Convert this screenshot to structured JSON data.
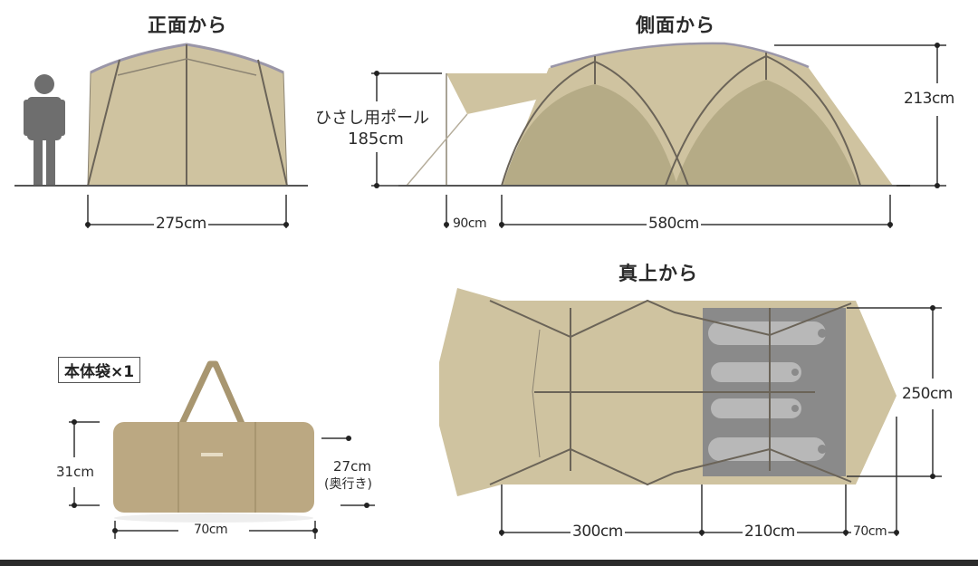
{
  "views": {
    "front": {
      "title": "正面から",
      "width_label": "275cm"
    },
    "side": {
      "title": "側面から",
      "awning_pole_label": "ひさし用ポール",
      "awning_pole_height": "185cm",
      "awning_depth": "90cm",
      "length_label": "580cm",
      "height_label": "213cm"
    },
    "top": {
      "title": "真上から",
      "front_section": "300cm",
      "inner_section": "210cm",
      "rear_section": "70cm",
      "width_label": "250cm"
    }
  },
  "bag": {
    "label": "本体袋×1",
    "height": "31cm",
    "width": "70cm",
    "depth": "27cm",
    "depth_note": "(奥行き)"
  },
  "colors": {
    "tent_fabric": "#cfc3a0",
    "tent_inner": "#b5ab86",
    "pole": "#6b6458",
    "ground_line": "#555555",
    "inner_tent_top": "#8a8a8a",
    "sleeping_bag": "#b8b8b8",
    "person": "#6e6e6e",
    "bag": "#bba882",
    "bottom_bar": "#2b2b2b"
  }
}
